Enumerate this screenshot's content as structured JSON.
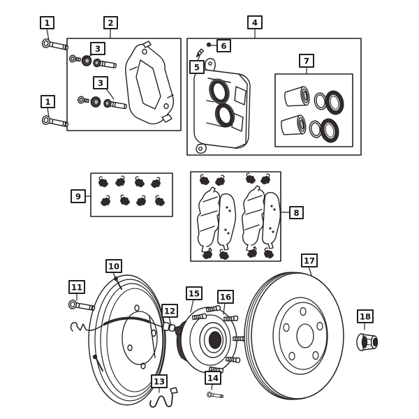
{
  "diagram": {
    "type": "exploded-parts-diagram",
    "subject": "disc brake assembly",
    "background_color": "#ffffff",
    "line_color": "#231f20",
    "dark_fill": "#2e2a2b",
    "callout_style": {
      "box_fill": "#ffffff",
      "box_border": "#1c1c1c",
      "number_color": "#111111"
    },
    "callouts": [
      {
        "label": "1",
        "part": "adapter-mounting-bolt-upper"
      },
      {
        "label": "2",
        "part": "caliper-adapter-bracket"
      },
      {
        "label": "3",
        "part": "guide-pin-bushing-kit-upper"
      },
      {
        "label": "3",
        "part": "guide-pin-bushing-kit-lower"
      },
      {
        "label": "1",
        "part": "adapter-mounting-bolt-lower"
      },
      {
        "label": "4",
        "part": "disc-brake-caliper"
      },
      {
        "label": "5",
        "part": "bleeder-screw"
      },
      {
        "label": "6",
        "part": "bleeder-screw-cap"
      },
      {
        "label": "7",
        "part": "caliper-piston-and-seal-kit"
      },
      {
        "label": "9",
        "part": "pad-spring-clip-kit"
      },
      {
        "label": "8",
        "part": "disc-brake-pad-kit"
      },
      {
        "label": "10",
        "part": "brake-splash-shield"
      },
      {
        "label": "11",
        "part": "splash-shield-bolt"
      },
      {
        "label": "12",
        "part": "wheel-speed-sensor"
      },
      {
        "label": "15",
        "part": "hub-and-bearing-assembly"
      },
      {
        "label": "16",
        "part": "wheel-stud"
      },
      {
        "label": "13",
        "part": "sensor-wire-clip"
      },
      {
        "label": "14",
        "part": "sensor-mounting-screw"
      },
      {
        "label": "17",
        "part": "brake-rotor"
      },
      {
        "label": "18",
        "part": "hub-nut"
      }
    ]
  }
}
